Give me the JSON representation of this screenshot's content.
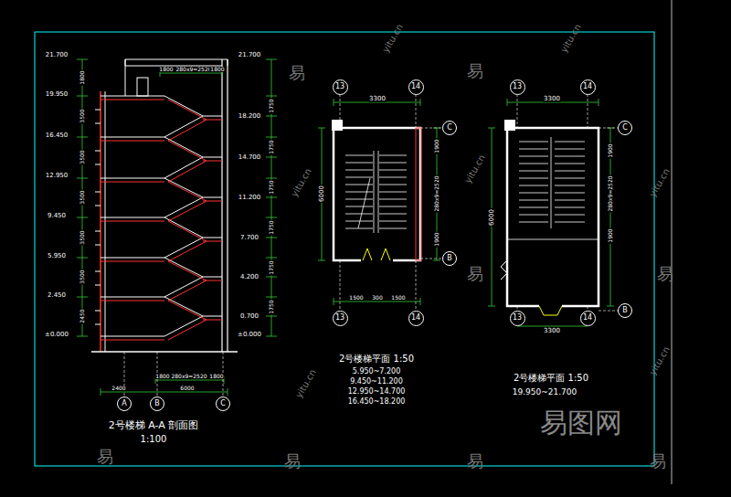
{
  "diagram": {
    "nodes": [
      {
        "text": [
          "A"
        ]
      },
      {
        "text": [
          "B"
        ]
      },
      {
        "text": [
          "C"
        ]
      },
      {
        "text": [
          "13"
        ]
      },
      {
        "text": [
          "14"
        ]
      },
      {
        "text": [
          "C"
        ]
      },
      {
        "text": [
          "B"
        ]
      },
      {
        "text": [
          "13"
        ]
      },
      {
        "text": [
          "14"
        ]
      },
      {
        "text": [
          "13"
        ]
      },
      {
        "text": [
          "14"
        ]
      },
      {
        "text": [
          "C"
        ]
      },
      {
        "text": [
          "B"
        ]
      },
      {
        "text": [
          "13"
        ]
      },
      {
        "text": [
          "14"
        ]
      }
    ],
    "labels": [
      "21.700",
      "19.950",
      "16.450",
      "12.950",
      "9.450",
      "5.950",
      "2.450",
      "±0.000",
      "1800",
      "3500",
      "3500",
      "3500",
      "3500",
      "3500",
      "2450",
      "21.700",
      "18.200",
      "14.700",
      "11.200",
      "7.700",
      "4.200",
      "0.700",
      "±0.000",
      "1750",
      "1750",
      "1750",
      "1750",
      "1750",
      "1750",
      "1800",
      "280x9=2520",
      "1800",
      "1800",
      "280x9=2520",
      "1800",
      "2400",
      "6000",
      "2号楼梯 A-A 剖面图",
      "1:100",
      "3300",
      "6000",
      "1900",
      "280x9=2520",
      "1900",
      "1500",
      "300",
      "1500",
      "2号楼梯平面 1:50",
      "5.950~7.200",
      "9.450~11.200",
      "12.950~14.700",
      "16.450~18.200",
      "3300",
      "6000",
      "1900",
      "280x9=2520",
      "1900",
      "3300",
      "2号楼梯平面 1:50",
      "19.950~21.700",
      "易",
      "易",
      "易",
      "易",
      "易",
      "易",
      "易",
      "易",
      "yitu.cn",
      "yitu.cn",
      "yitu.cn",
      "yitu.cn",
      "yitu.cn",
      "yitu.cn",
      "yitu.cn",
      "易图网"
    ]
  }
}
